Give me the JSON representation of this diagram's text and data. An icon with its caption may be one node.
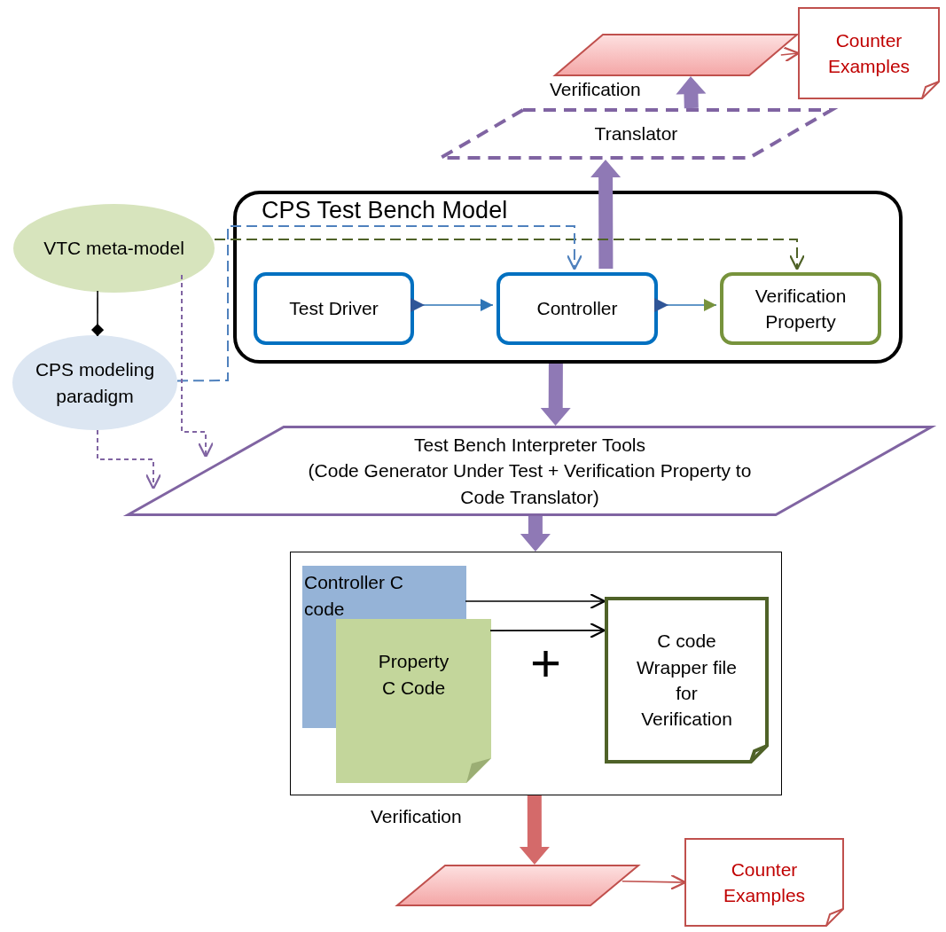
{
  "diagram": {
    "nodes": [
      {
        "text": [],
        "shape": "parallelogram"
      },
      {
        "text": [
          "Counter Examples"
        ]
      },
      {
        "text": [
          "Translator"
        ]
      },
      {
        "text": [
          "VTC meta-model"
        ]
      },
      {
        "text": [
          "CPS Test Bench Model"
        ]
      },
      {
        "text": [
          "Test Driver"
        ],
        "in": 4
      },
      {
        "text": [
          "Controller"
        ],
        "in": 4
      },
      {
        "text": [
          "Verification Property"
        ],
        "in": 4
      },
      {
        "text": [
          "CPS modeling paradigm"
        ]
      },
      {
        "text": [
          "Test Bench Interpreter Tools",
          "(Code Generator Under Test + Verification Property to Code Translator)"
        ]
      },
      {
        "text": [],
        "shape": "box"
      },
      {
        "text": [
          "Controller C code"
        ],
        "in": 10
      },
      {
        "text": [
          "Property C Code"
        ],
        "in": 10
      },
      {
        "text": [
          "C code Wrapper file for Verification"
        ],
        "in": 10
      },
      {
        "text": [],
        "shape": "parallelogram"
      },
      {
        "text": [
          "Counter Examples"
        ]
      }
    ],
    "edges": [
      {
        "from": 2,
        "to": 0,
        "arrow": "to",
        "label": "Verification",
        "style": "thick",
        "color": "#8f79b5"
      },
      {
        "from": 0,
        "to": 1,
        "arrow": "to",
        "color": "#c0504d"
      },
      {
        "from": 6,
        "to": 2,
        "arrow": "to",
        "style": "thick",
        "color": "#8f79b5"
      },
      {
        "from": 5,
        "to": 6,
        "arrow": "to",
        "color": "#2e75b6"
      },
      {
        "from": 6,
        "to": 7,
        "arrow": "to",
        "color": "#2e75b6"
      },
      {
        "from": 3,
        "to": 8,
        "arrow": "other"
      },
      {
        "from": 3,
        "to": 7,
        "arrow": "to",
        "style": "dashed",
        "color": "#4f6228"
      },
      {
        "from": 8,
        "to": 6,
        "arrow": "to",
        "style": "dashed",
        "color": "#4f81bd"
      },
      {
        "from": 3,
        "to": 9,
        "arrow": "to",
        "style": "dashed",
        "color": "#8064a2"
      },
      {
        "from": 8,
        "to": 9,
        "arrow": "to",
        "style": "dashed",
        "color": "#8064a2"
      },
      {
        "from": 4,
        "to": 9,
        "arrow": "to",
        "style": "thick",
        "color": "#8f79b5"
      },
      {
        "from": 9,
        "to": 10,
        "arrow": "to",
        "style": "thick",
        "color": "#8f79b5"
      },
      {
        "from": 11,
        "to": 13,
        "arrow": "to"
      },
      {
        "from": 12,
        "to": 13,
        "arrow": "to"
      },
      {
        "from": 10,
        "to": 14,
        "arrow": "to",
        "label": "Verification",
        "style": "thick",
        "color": "#d46a6a"
      },
      {
        "from": 14,
        "to": 15,
        "arrow": "to",
        "color": "#c0504d"
      }
    ],
    "labels": [
      "+"
    ]
  }
}
